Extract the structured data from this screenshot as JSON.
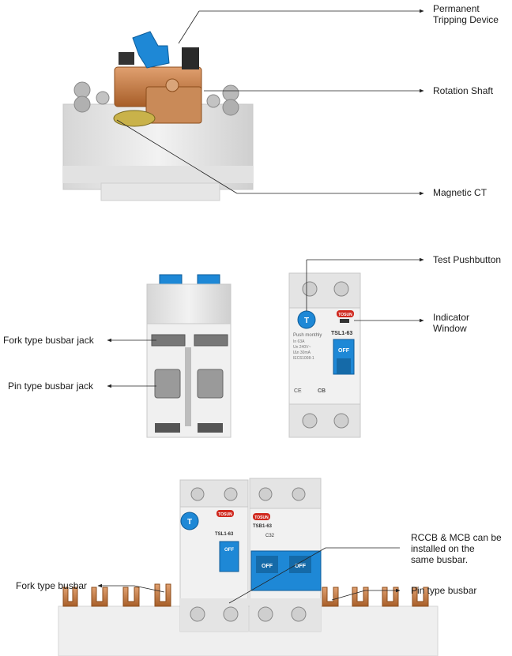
{
  "labels": {
    "permanent_tripping": "Permanent\nTripping Device",
    "rotation_shaft": "Rotation Shaft",
    "magnetic_ct": "Magnetic CT",
    "test_pushbutton": "Test Pushbutton",
    "indicator_window": "Indicator\nWindow",
    "fork_jack": "Fork type busbar jack",
    "pin_jack": "Pin type busbar jack",
    "rccb_mcb": "RCCB & MCB can be\ninstalled on the\nsame busbar.",
    "fork_busbar": "Fork type busbar",
    "pin_busbar": "Pin type busbar"
  },
  "device_front": {
    "test_button_letter": "T",
    "push_monthly": "Push monthly",
    "brand": "TOSUN",
    "model": "TSL1-63",
    "specs": [
      "In 63A",
      "Un 240V~",
      "IΔn 30mA",
      "IEC61008-1"
    ],
    "toggle_label": "OFF",
    "certs": "CE",
    "cb": "CB"
  },
  "assembly": {
    "rccb_model": "TSL1-63",
    "mcb_model": "TSB1-63",
    "mcb_rating": "C32",
    "mcb_toggle_1": "OFF",
    "mcb_toggle_2": "OFF",
    "rccb_toggle": "OFF",
    "brand": "TOSUN"
  },
  "colors": {
    "blue": "#1e88d6",
    "copper": "#c47a3a",
    "housing": "#ececec",
    "red_logo": "#d0281e"
  }
}
